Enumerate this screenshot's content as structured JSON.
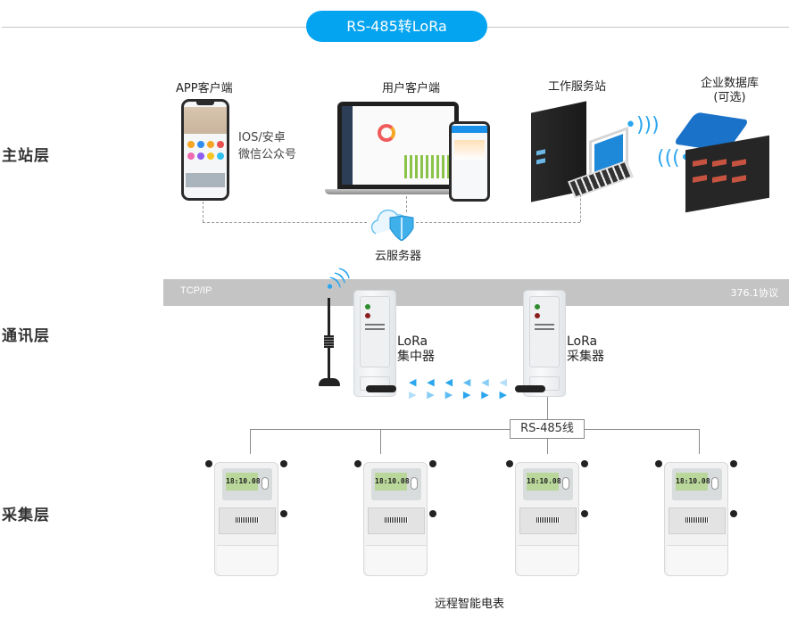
{
  "header": {
    "title": "RS-485转LoRa"
  },
  "layers": [
    {
      "label": "主站层"
    },
    {
      "label": "通讯层"
    },
    {
      "label": "采集层"
    }
  ],
  "station": {
    "app_client": {
      "label": "APP客户端",
      "platforms_line1": "IOS/安卓",
      "platforms_line2": "微信公众号"
    },
    "user_client": {
      "label": "用户客户端"
    },
    "workstation": {
      "label": "工作服务站"
    },
    "database": {
      "label_line1": "企业数据库",
      "label_line2": "(可选)"
    },
    "cloud": {
      "label": "云服务器"
    }
  },
  "comm": {
    "band_left": "TCP/IP",
    "band_right": "376.1协议",
    "concentrator": {
      "line1": "LoRa",
      "line2": "集中器"
    },
    "collector": {
      "line1": "LoRa",
      "line2": "采集器"
    }
  },
  "collect": {
    "bus_label": "RS-485线",
    "meters": [
      {
        "display": "18:10.08"
      },
      {
        "display": "18:10.08"
      },
      {
        "display": "18:10.08"
      },
      {
        "display": "18:10.08"
      }
    ],
    "caption": "远程智能电表"
  },
  "colors": {
    "accent": "#05a4f0",
    "band": "#c4c4c4",
    "wifi": "#2aa6ee"
  }
}
